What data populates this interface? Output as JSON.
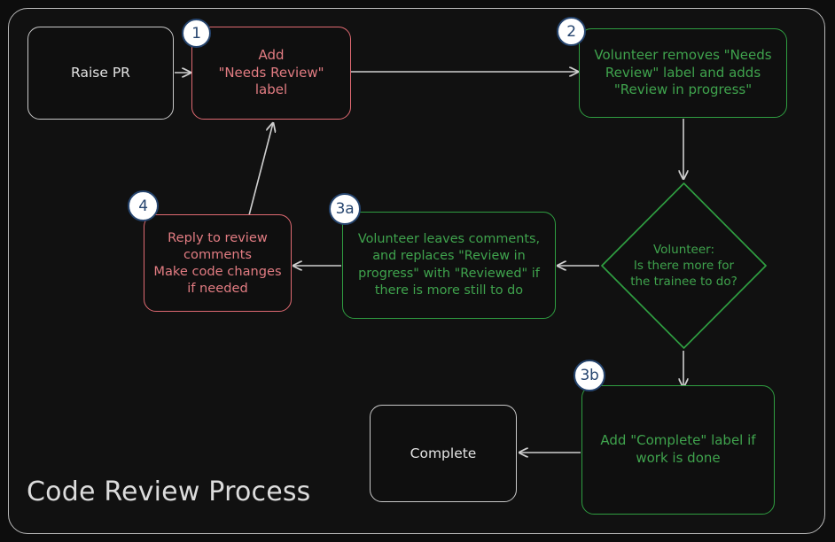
{
  "diagram": {
    "title": "Code Review Process",
    "type": "flowchart",
    "background_color": "#0d0d0d",
    "frame_color": "#b9b9b9",
    "colors": {
      "grey": "#c9c9c9",
      "red": "#e06a72",
      "green": "#2f9e41",
      "badge_border": "#26456f",
      "badge_fill": "#ffffff",
      "edge": "#cfcfcf"
    },
    "nodes": [
      {
        "id": "raise-pr",
        "label": "Raise PR",
        "style": "grey",
        "shape": "rounded-rect",
        "badge": null
      },
      {
        "id": "add-needs-review",
        "label": "Add\n\"Needs Review\"\nlabel",
        "style": "red",
        "shape": "rounded-rect",
        "badge": "1"
      },
      {
        "id": "volunteer-removes",
        "label": "Volunteer removes \"Needs\nReview\" label and adds\n\"Review in progress\"",
        "style": "green",
        "shape": "rounded-rect",
        "badge": "2"
      },
      {
        "id": "decision-more-work",
        "label": "Volunteer:\nIs there more for\nthe trainee to do?",
        "style": "green",
        "shape": "diamond",
        "badge": null
      },
      {
        "id": "volunteer-leaves-comments",
        "label": "Volunteer leaves comments,\nand replaces \"Review in\nprogress\" with \"Reviewed\" if\nthere is more still to do",
        "style": "green",
        "shape": "rounded-rect",
        "badge": "3a"
      },
      {
        "id": "reply-to-review",
        "label": "Reply to review\ncomments\nMake code changes\nif needed",
        "style": "red",
        "shape": "rounded-rect",
        "badge": "4"
      },
      {
        "id": "add-complete-label",
        "label": "Add \"Complete\" label if\nwork is done",
        "style": "green",
        "shape": "rounded-rect",
        "badge": "3b"
      },
      {
        "id": "complete",
        "label": "Complete",
        "style": "grey",
        "shape": "rounded-rect",
        "badge": null
      }
    ],
    "edges": [
      {
        "from": "raise-pr",
        "to": "add-needs-review",
        "label": ""
      },
      {
        "from": "add-needs-review",
        "to": "volunteer-removes",
        "label": ""
      },
      {
        "from": "volunteer-removes",
        "to": "decision-more-work",
        "label": ""
      },
      {
        "from": "decision-more-work",
        "to": "volunteer-leaves-comments",
        "label": ""
      },
      {
        "from": "decision-more-work",
        "to": "add-complete-label",
        "label": ""
      },
      {
        "from": "volunteer-leaves-comments",
        "to": "reply-to-review",
        "label": ""
      },
      {
        "from": "reply-to-review",
        "to": "add-needs-review",
        "label": ""
      },
      {
        "from": "add-complete-label",
        "to": "complete",
        "label": ""
      }
    ]
  }
}
